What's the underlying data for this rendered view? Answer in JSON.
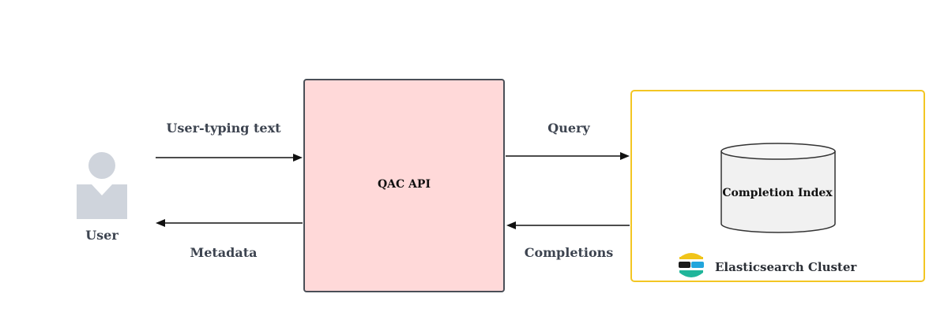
{
  "user": {
    "label": "User",
    "icon": "user-icon",
    "icon_color": "#cfd4dc"
  },
  "arrows": {
    "user_to_api": "User-typing text",
    "api_to_user": "Metadata",
    "api_to_cluster": "Query",
    "cluster_to_api": "Completions"
  },
  "api": {
    "title": "QAC API",
    "fill_color": "#ffd9d9"
  },
  "cluster": {
    "label": "Elasticsearch Cluster",
    "border_color": "#f3c623",
    "logo": "elasticsearch-logo-icon",
    "index": {
      "label": "Completion Index",
      "icon": "database-cylinder-icon"
    }
  }
}
